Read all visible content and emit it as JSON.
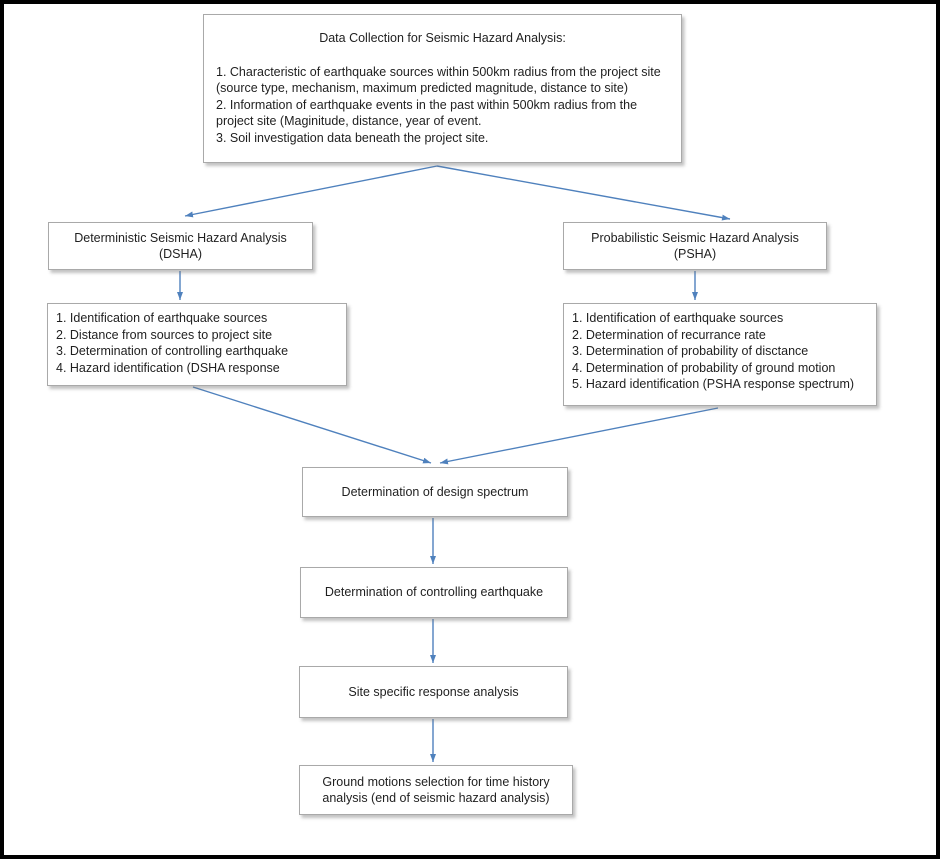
{
  "flowchart": {
    "data_collection": {
      "title": "Data Collection for Seismic Hazard Analysis:",
      "items": [
        "1. Characteristic of earthquake sources within 500km radius from the project site (source type, mechanism, maximum predicted magnitude, distance to site)",
        "2. Information of earthquake events in the past within 500km radius from the project site (Maginitude, distance, year of event.",
        "3. Soil investigation data beneath the project site."
      ]
    },
    "dsha": {
      "title": "Deterministic Seismic Hazard Analysis",
      "abbr": "(DSHA)",
      "steps": [
        "1. Identification of earthquake sources",
        "2. Distance from sources to project site",
        "3. Determination of controlling earthquake",
        "4. Hazard identification (DSHA response"
      ]
    },
    "psha": {
      "title": "Probabilistic Seismic Hazard Analysis",
      "abbr": "(PSHA)",
      "steps": [
        "1. Identification of earthquake sources",
        "2. Determination of recurrance rate",
        "3. Determination of probability of disctance",
        "4. Determination of probability of ground motion",
        "5. Hazard identification (PSHA response spectrum)"
      ]
    },
    "design_spectrum": {
      "label": "Determination of design spectrum"
    },
    "controlling_earthquake": {
      "label": "Determination of controlling earthquake"
    },
    "site_response": {
      "label": "Site specific response analysis"
    },
    "ground_motions": {
      "label": "Ground motions selection for time history analysis (end of seismic hazard analysis)"
    },
    "colors": {
      "arrow": "#4f81bd",
      "box_border": "#a9a9a9",
      "text": "#1f1f1f",
      "page_border": "#000000",
      "background": "#ffffff"
    }
  }
}
